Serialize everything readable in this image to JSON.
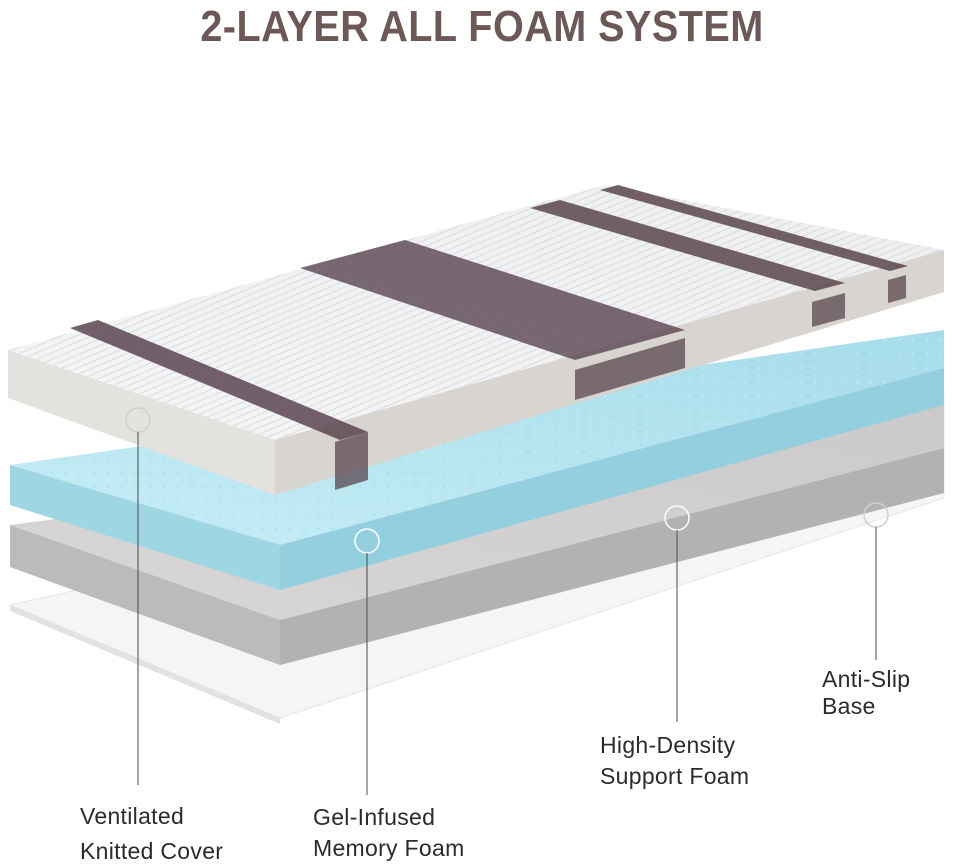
{
  "title": "2-LAYER ALL FOAM SYSTEM",
  "colors": {
    "title": "#6d5858",
    "stripe": "#5a4550",
    "gel_foam": "#aee0ec",
    "support_foam": "#c9c6c6",
    "base": "#f3f3f3"
  },
  "layers": [
    {
      "line1": "Ventilated",
      "line2": "Knitted Cover"
    },
    {
      "line1": "Gel-Infused",
      "line2": "Memory Foam"
    },
    {
      "line1": "High-Density",
      "line2": "Support Foam"
    },
    {
      "line1": "Anti-Slip",
      "line2": "Base"
    }
  ]
}
